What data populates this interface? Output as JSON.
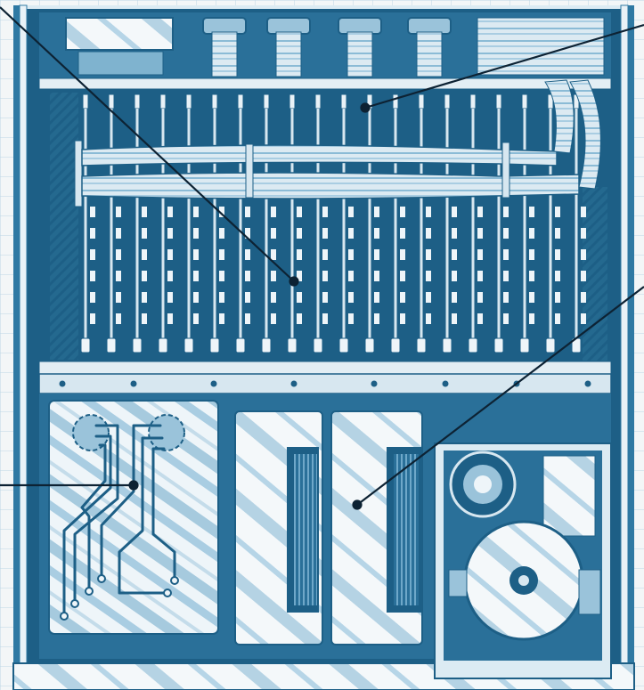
{
  "colors": {
    "paper": "#f3f6f7",
    "grid": "#bcd6e6",
    "ink_dark": "#1d5f86",
    "ink_mid": "#2f79a3",
    "ink_light": "#7fb3cf",
    "ink_pale": "#d7e7f0",
    "leader": "#0d2233"
  },
  "illustration": {
    "subject": "cutaway-of-computer-cabinet",
    "circuit_card_count": 20,
    "expansion_bay_panel_count": 2,
    "disk_drive_count": 1
  },
  "callouts": {
    "count": 4,
    "leader_lines_extend_past_frame": true
  }
}
